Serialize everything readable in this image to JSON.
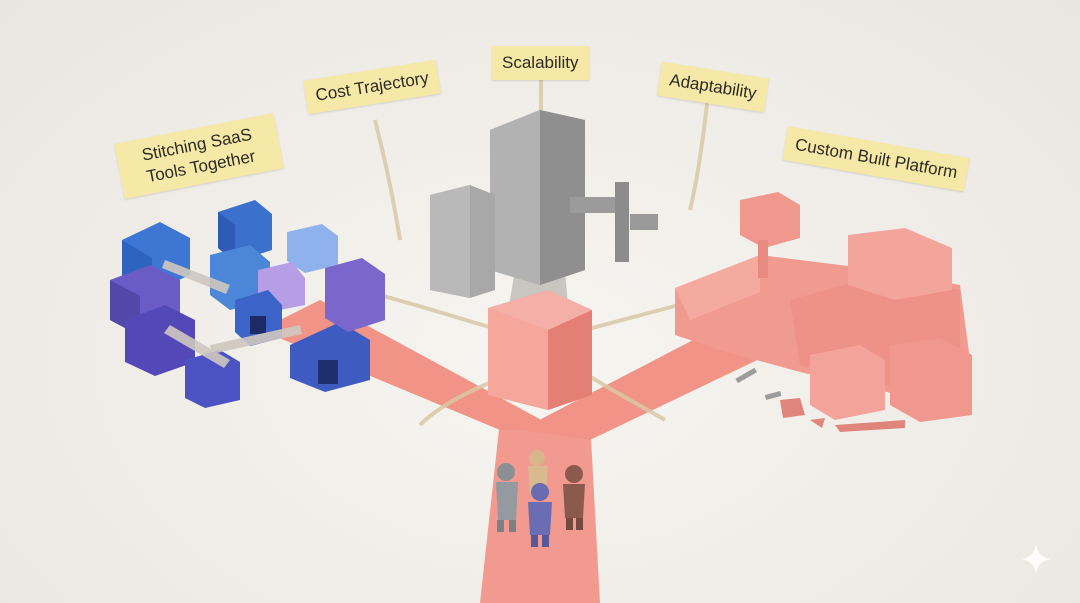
{
  "labels": {
    "saas": "Stitching SaaS Tools Together",
    "cost": "Cost Trajectory",
    "scalability": "Scalability",
    "adaptability": "Adaptability",
    "custom": "Custom Built Platform"
  },
  "icons": {
    "sparkle": "sparkle-icon"
  },
  "colors": {
    "background": "#f2f0ec",
    "label_paper": "#f6e8a6",
    "path_pink": "#f0958a",
    "custom_platform": "#f08f85",
    "saas_blue": "#3f6fd0",
    "saas_purple": "#6a5bc6",
    "scalability_gray": "#a6a6a6"
  }
}
